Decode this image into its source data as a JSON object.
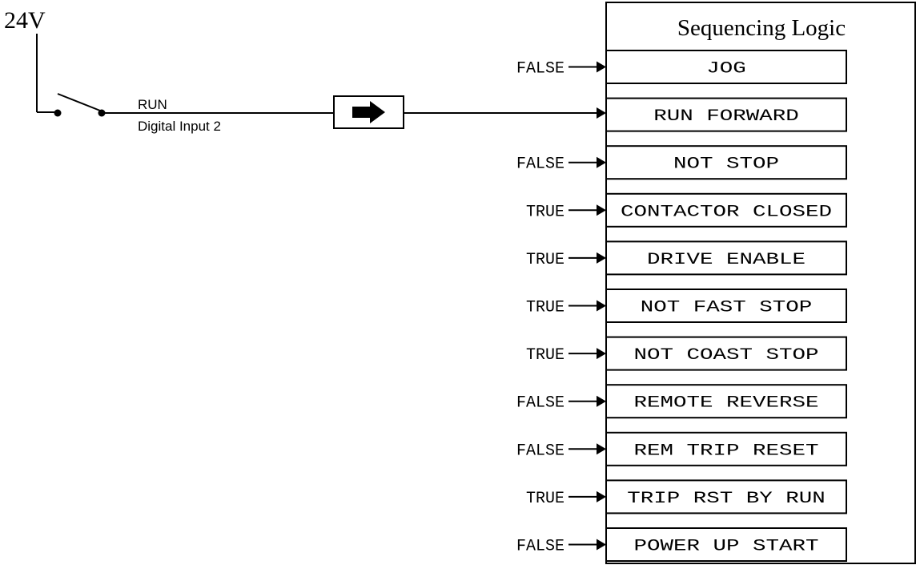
{
  "supply": {
    "label": "24V"
  },
  "switch_input": {
    "name": "RUN",
    "terminal": "Digital Input 2"
  },
  "block": {
    "title": "Sequencing Logic",
    "inputs": [
      {
        "label": "JOG",
        "value": "FALSE"
      },
      {
        "label": "RUN FORWARD",
        "value": ""
      },
      {
        "label": "NOT STOP",
        "value": "FALSE"
      },
      {
        "label": "CONTACTOR CLOSED",
        "value": "TRUE"
      },
      {
        "label": "DRIVE ENABLE",
        "value": "TRUE"
      },
      {
        "label": "NOT FAST STOP",
        "value": "TRUE"
      },
      {
        "label": "NOT COAST STOP",
        "value": "TRUE"
      },
      {
        "label": "REMOTE REVERSE",
        "value": "FALSE"
      },
      {
        "label": "REM TRIP RESET",
        "value": "FALSE"
      },
      {
        "label": "TRIP RST BY RUN",
        "value": "TRUE"
      },
      {
        "label": "POWER UP START",
        "value": "FALSE"
      }
    ]
  }
}
